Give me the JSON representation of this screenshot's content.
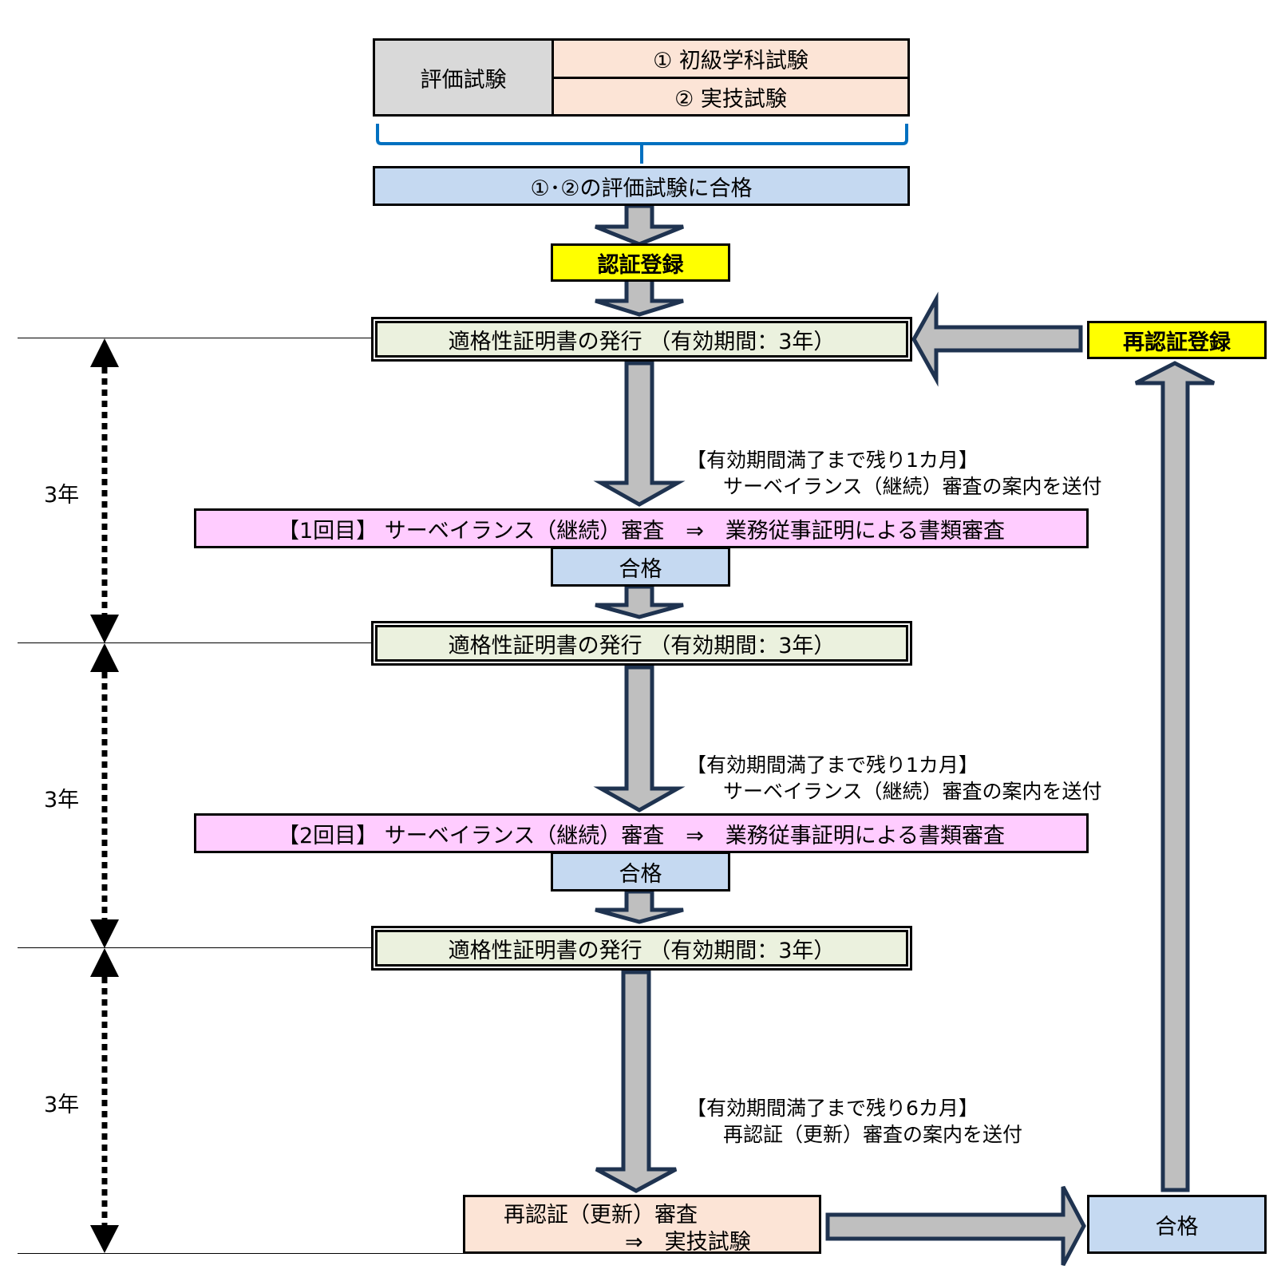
{
  "evaluation": {
    "label": "評価試験",
    "items": [
      "① 初級学科試験",
      "② 実技試験"
    ]
  },
  "pass_evaluation": "①･②の評価試験に合格",
  "registration": "認証登録",
  "certificate": "適格性証明書の発行 （有効期間：3年）",
  "notices": [
    {
      "line1": "【有効期間満了まで残り1カ月】",
      "line2": "サーベイランス（継続）審査の案内を送付"
    },
    {
      "line1": "【有効期間満了まで残り1カ月】",
      "line2": "サーベイランス（継続）審査の案内を送付"
    },
    {
      "line1": "【有効期間満了まで残り6カ月】",
      "line2": "再認証（更新）審査の案内を送付"
    }
  ],
  "surveillance": [
    "【1回目】 サーベイランス（継続）審査　⇒　業務従事証明による書類審査",
    "【2回目】 サーベイランス（継続）審査　⇒　業務従事証明による書類審査"
  ],
  "pass_label": "合格",
  "renewal_review": {
    "line1": "再認証（更新）審査",
    "line2": "⇒　実技試験"
  },
  "re_registration": "再認証登録",
  "period_label": "3年",
  "colors": {
    "gray": "#d9d9d9",
    "peach": "#fce4d6",
    "blue": "#c5d9f1",
    "yellow": "#ffff00",
    "pink": "#ffccff",
    "cert_green": "#ebf1de",
    "arrow_fill": "#bfbfbf",
    "arrow_stroke": "#1f3350",
    "bracket": "#0070c0"
  }
}
